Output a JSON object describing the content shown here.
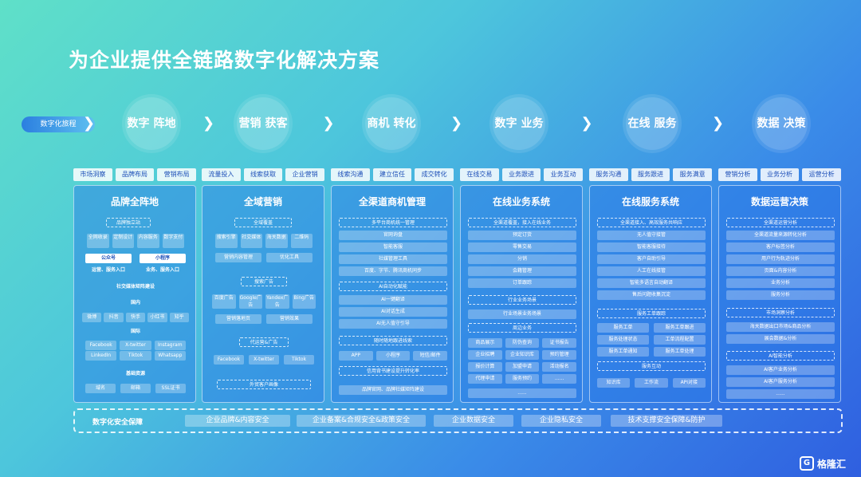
{
  "title": "为企业提供全链路数字化解决方案",
  "flow_start": "数字化旅程",
  "stages": [
    {
      "line1": "数字",
      "line2": "阵地"
    },
    {
      "line1": "营销",
      "line2": "获客"
    },
    {
      "line1": "商机",
      "line2": "转化"
    },
    {
      "line1": "数字",
      "line2": "业务"
    },
    {
      "line1": "在线",
      "line2": "服务"
    },
    {
      "line1": "数据",
      "line2": "决策"
    }
  ],
  "tabs": [
    [
      "市场洞察",
      "品牌布局",
      "营销布局"
    ],
    [
      "流量投入",
      "线索获取",
      "企业营销"
    ],
    [
      "线索沟通",
      "建立信任",
      "成交转化"
    ],
    [
      "在线交易",
      "业务跟进",
      "业务互动"
    ],
    [
      "服务沟通",
      "服务跟进",
      "服务满意"
    ],
    [
      "营销分析",
      "业务分析",
      "运营分析"
    ]
  ],
  "columns": [
    {
      "title": "品牌全阵地",
      "items": {
        "h1": "品牌独立站",
        "g1": [
          "全网收录",
          "定制设计",
          "内容服务",
          "数字支付"
        ],
        "w1": [
          "公众号",
          "小程序"
        ],
        "t1": "运营、服务入口",
        "t2": "业务、服务入口",
        "h2": "社交媒体矩阵建设",
        "h3": "国内",
        "g2": [
          "微博",
          "抖音",
          "快手",
          "小红书",
          "知乎"
        ],
        "h4": "国际",
        "g3": [
          "Facebook",
          "X-twitter",
          "Instagram",
          "LinkedIn",
          "Tiktok",
          "Whatsapp"
        ],
        "h5": "基础资源",
        "g4": [
          "域名",
          "邮箱",
          "SSL证书"
        ]
      }
    },
    {
      "title": "全域营销",
      "items": {
        "h1": "全域覆盖",
        "g1": [
          "搜索引擎",
          "社交媒体",
          "海关数据",
          "二维码"
        ],
        "g2": [
          "营销内容管理",
          "优化工具"
        ],
        "h2": "搜索广告",
        "g3": [
          "百度广告",
          "Google广告",
          "Yandex广告",
          "Bing广告"
        ],
        "g4": [
          "营销落地页",
          "营销效果"
        ],
        "h3": "代运营&广告",
        "g5": [
          "Facebook",
          "X-twitter",
          "Tiktok"
        ],
        "h4": "外贸客户画像"
      }
    },
    {
      "title": "全渠道商机管理",
      "items": {
        "h1": "多平台商机统一管理",
        "g1": [
          "官网询盘",
          "智能客服",
          "社媒管理工具",
          "百度、字节、腾讯商机同步"
        ],
        "h2": "AI自动化赋能",
        "g2": [
          "AI一键翻译",
          "AI对话生成",
          "AI无人值守引导"
        ],
        "h3": "随时随地跟进线索",
        "g3": [
          "APP",
          "小程序",
          "短信/邮件"
        ],
        "h4": "信用背书建设提升转化率",
        "g4": [
          "品牌官网、品牌社媒矩阵建设"
        ]
      }
    },
    {
      "title": "在线业务系统",
      "items": {
        "h1": "全渠道覆盖，接入在线业务",
        "g1": [
          "预定订货",
          "零售交易",
          "分销",
          "会籍管理",
          "订单跟踪"
        ],
        "h2": "行业业务场景",
        "g2": [
          "行业场景业务场景"
        ],
        "h3": "周边业务",
        "g3": [
          "商品展示",
          "防伪查询",
          "证书报告",
          "企业招聘",
          "企业知识库",
          "预约管理",
          "报价计算",
          "加盟申请",
          "活动报名",
          "代理申请",
          "服务预约",
          "......"
        ],
        "g4": [
          "......"
        ]
      }
    },
    {
      "title": "在线服务系统",
      "items": {
        "h1": "全渠道接入、高效服务共响应",
        "g1": [
          "无人值守接管",
          "智能客服接待",
          "客户自助引导",
          "人工在线接管",
          "智能多语言自动翻译",
          "售后问题收集沉淀"
        ],
        "h2": "服务工单跟踪",
        "g2": [
          "服务工单",
          "服务工单跟进",
          "服务处理状态",
          "工单流程配置",
          "服务工单通知",
          "服务工单处理"
        ],
        "h3": "服务互动",
        "g3": [
          "知识库",
          "工作流",
          "API对接"
        ]
      }
    },
    {
      "title": "数据运营决策",
      "items": {
        "h1": "全渠道运营分析",
        "g1": [
          "全渠道流量来源转化分析",
          "客户标签分析",
          "用户行为轨迹分析",
          "页面&内容分析",
          "业务分析",
          "服务分析"
        ],
        "h2": "市场洞察分析",
        "g2": [
          "海关数据出口市场&商品分析",
          "展会数据&分析"
        ],
        "h3": "AI智能分析",
        "g3": [
          "AI客户业务分析",
          "AI客户服务分析",
          "......"
        ]
      }
    }
  ],
  "bottom": {
    "label": "数字化安全保障",
    "items": [
      "企业品牌&内容安全",
      "企业备案&合规安全&政策安全",
      "企业数据安全",
      "企业隐私安全",
      "技术支撑安全保障&防护"
    ]
  },
  "logo": "格隆汇"
}
